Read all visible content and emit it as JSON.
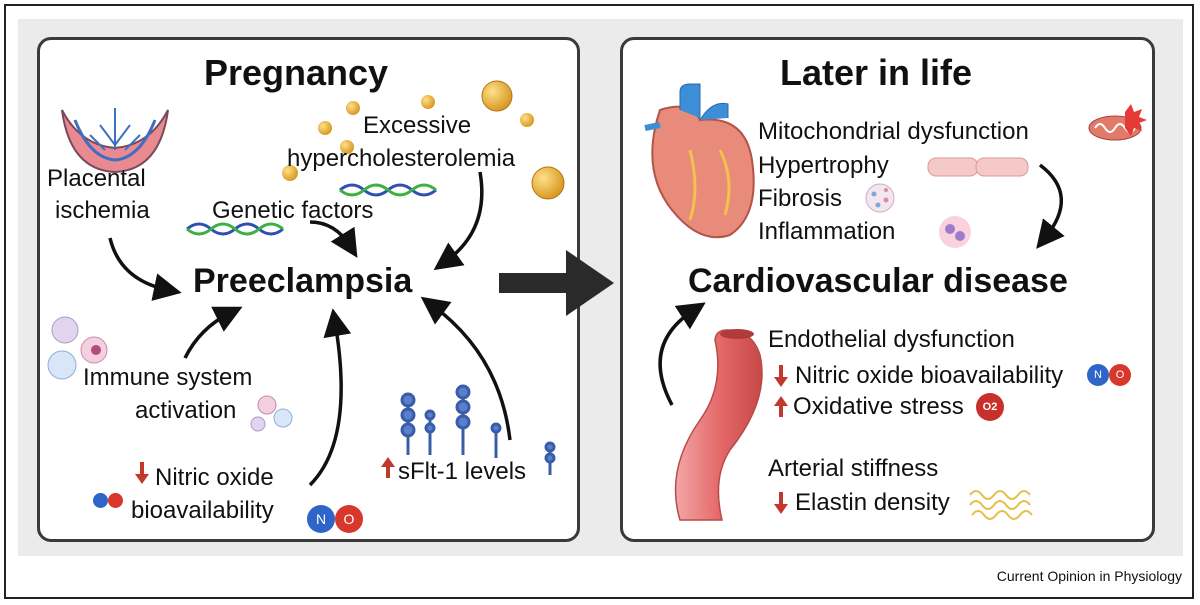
{
  "left_panel": {
    "title": "Pregnancy",
    "center": "Preeclampsia",
    "labels": {
      "placental_line1": "Placental",
      "placental_line2": "ischemia",
      "hyperchol_line1": "Excessive",
      "hyperchol_line2": "hypercholesterolemia",
      "genetic": "Genetic factors",
      "immune_line1": "Immune system",
      "immune_line2": "activation",
      "no_line1": "Nitric oxide",
      "no_line2": "bioavailability",
      "sflt": "sFlt-1 levels"
    }
  },
  "right_panel": {
    "title": "Later in life",
    "center": "Cardiovascular disease",
    "cardiac_items": [
      "Mitochondrial dysfunction",
      "Hypertrophy",
      "Fibrosis",
      "Inflammation"
    ],
    "endothelial": {
      "heading": "Endothelial dysfunction",
      "item1": "Nitric oxide bioavailability",
      "item2": "Oxidative stress"
    },
    "arterial": {
      "heading": "Arterial stiffness",
      "item1": "Elastin density"
    }
  },
  "molecules": {
    "n": "N",
    "o": "O",
    "o2": "O2"
  },
  "colors": {
    "arrow_red": "#c0392b",
    "panel_border": "#3a3a3a",
    "band_gray": "#ebebeb",
    "dna_blue": "#2f4fb0",
    "dna_green": "#3cb043"
  },
  "credit": "Current Opinion in Physiology"
}
